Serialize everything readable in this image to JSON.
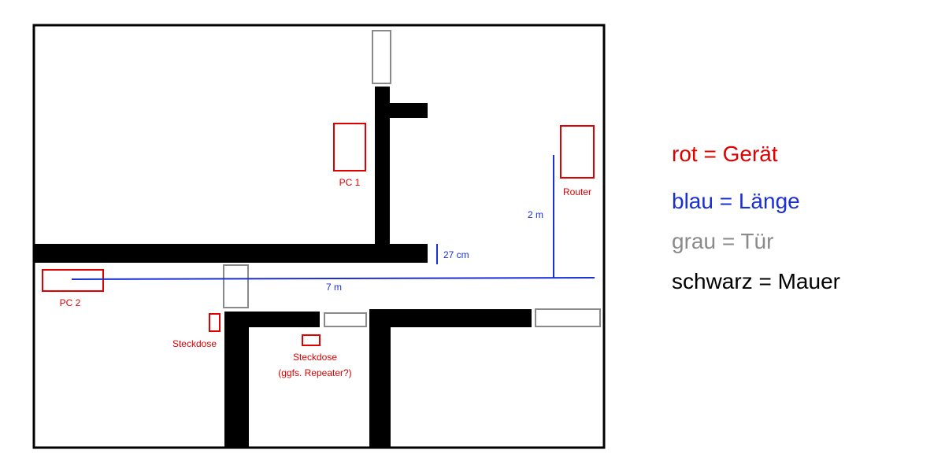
{
  "labels": {
    "pc1": "PC 1",
    "pc2": "PC 2",
    "router": "Router",
    "steckdose1": "Steckdose",
    "steckdose2_line1": "Steckdose",
    "steckdose2_line2": "(ggfs. Repeater?)",
    "len_2m": "2 m",
    "len_27cm": "27 cm",
    "len_7m": "7 m"
  },
  "legend": {
    "rot": "rot = Gerät",
    "blau": "blau = Länge",
    "grau": "grau = Tür",
    "schwarz": "schwarz = Mauer"
  },
  "colors": {
    "device": "#e00000",
    "length": "#1a2fd6",
    "door": "#8a8a8a",
    "wall": "#000000"
  }
}
